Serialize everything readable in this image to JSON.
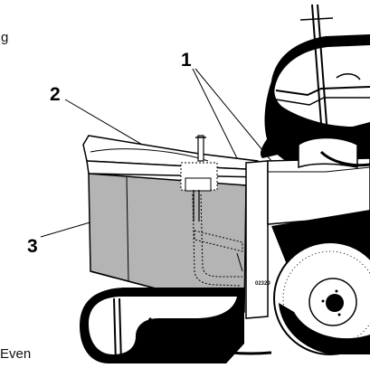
{
  "text_fragments": {
    "top_left": "g",
    "bottom_left": "Even"
  },
  "callouts": {
    "one": "1",
    "two": "2",
    "three": "3"
  },
  "figure_code": "02329",
  "colors": {
    "ink": "#000000",
    "paper": "#ffffff",
    "panel": "#b4b4b4"
  }
}
